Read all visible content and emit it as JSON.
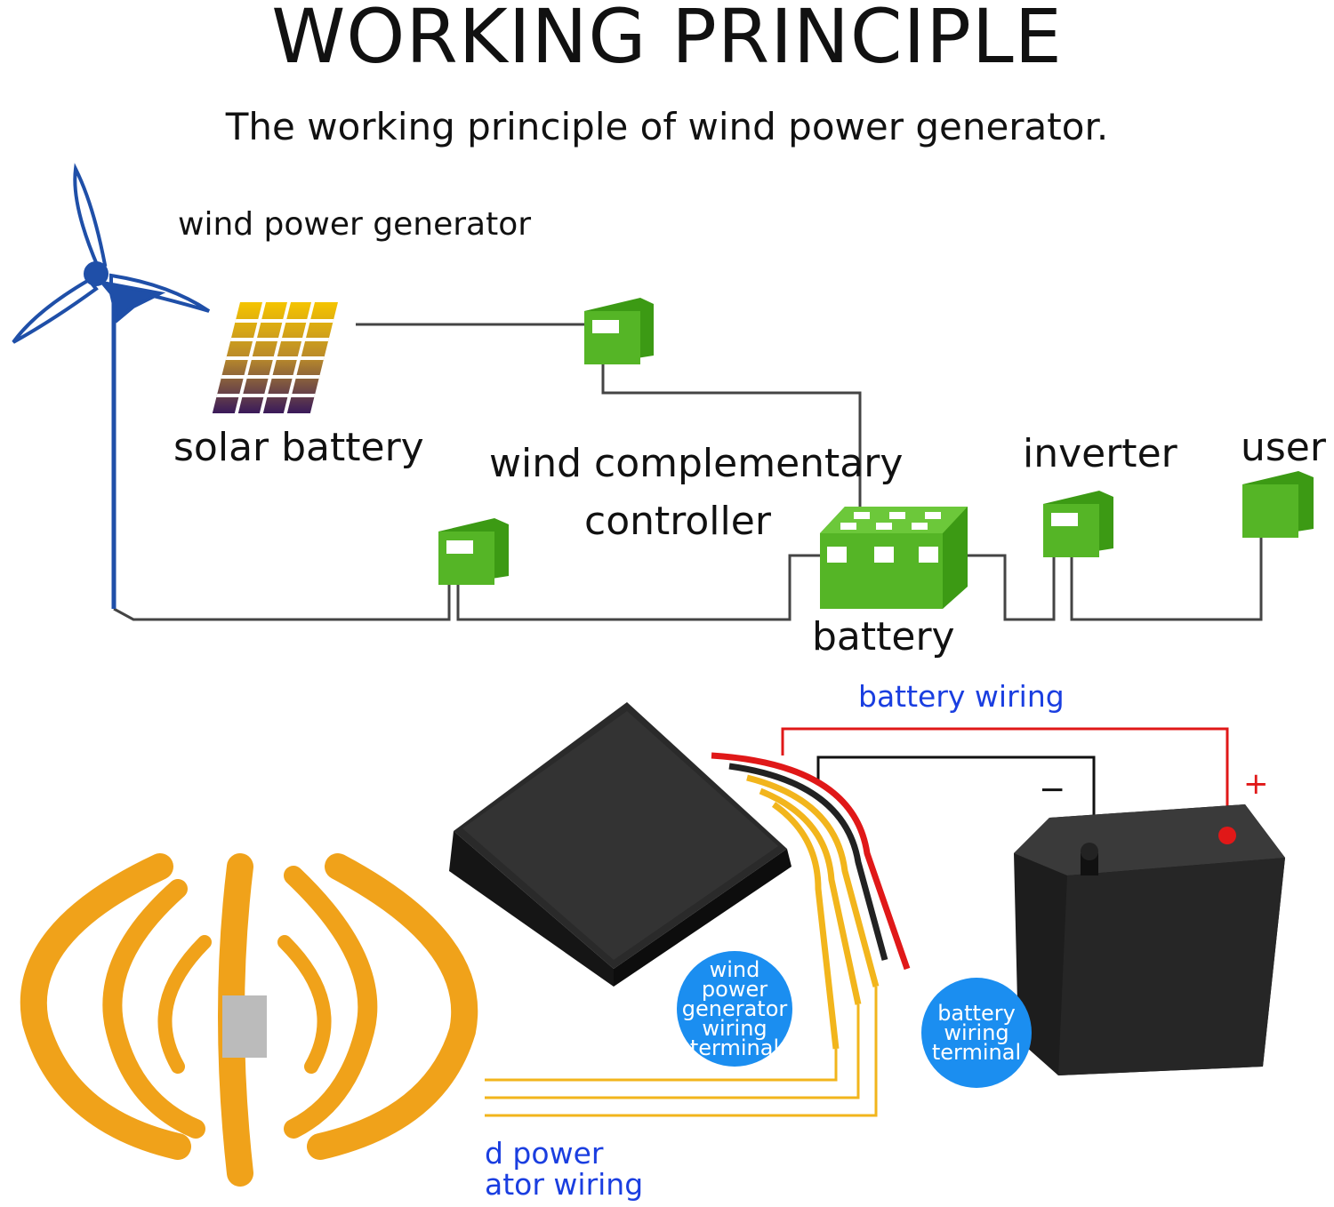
{
  "title": "WORKING PRINCIPLE",
  "subtitle": "The working principle of wind power generator.",
  "diagram": {
    "wind_generator_label": "wind power generator",
    "solar_label": "solar battery",
    "controller_label_line1": "wind complementary",
    "controller_label_line2": "controller",
    "inverter_label": "inverter",
    "user_label": "user",
    "battery_label": "battery"
  },
  "wiring": {
    "battery_wiring_label": "battery wiring",
    "minus_sign": "−",
    "plus_sign": "+",
    "generator_terminal": [
      "wind",
      "power",
      "generator",
      "wiring",
      "terminal"
    ],
    "battery_terminal": [
      "battery",
      "wiring",
      "terminal"
    ],
    "generator_wiring_line1": "d power",
    "generator_wiring_line2": "ator wiring"
  },
  "colors": {
    "box_green": "#4caf1e",
    "turbine_blue": "#1f4fa8",
    "label_blue": "#1a3ee0",
    "badge_blue": "#1b8ef0",
    "wire_red": "#e01818",
    "wire_yellow": "#f2b51c",
    "turbine_orange": "#f0a21a"
  }
}
